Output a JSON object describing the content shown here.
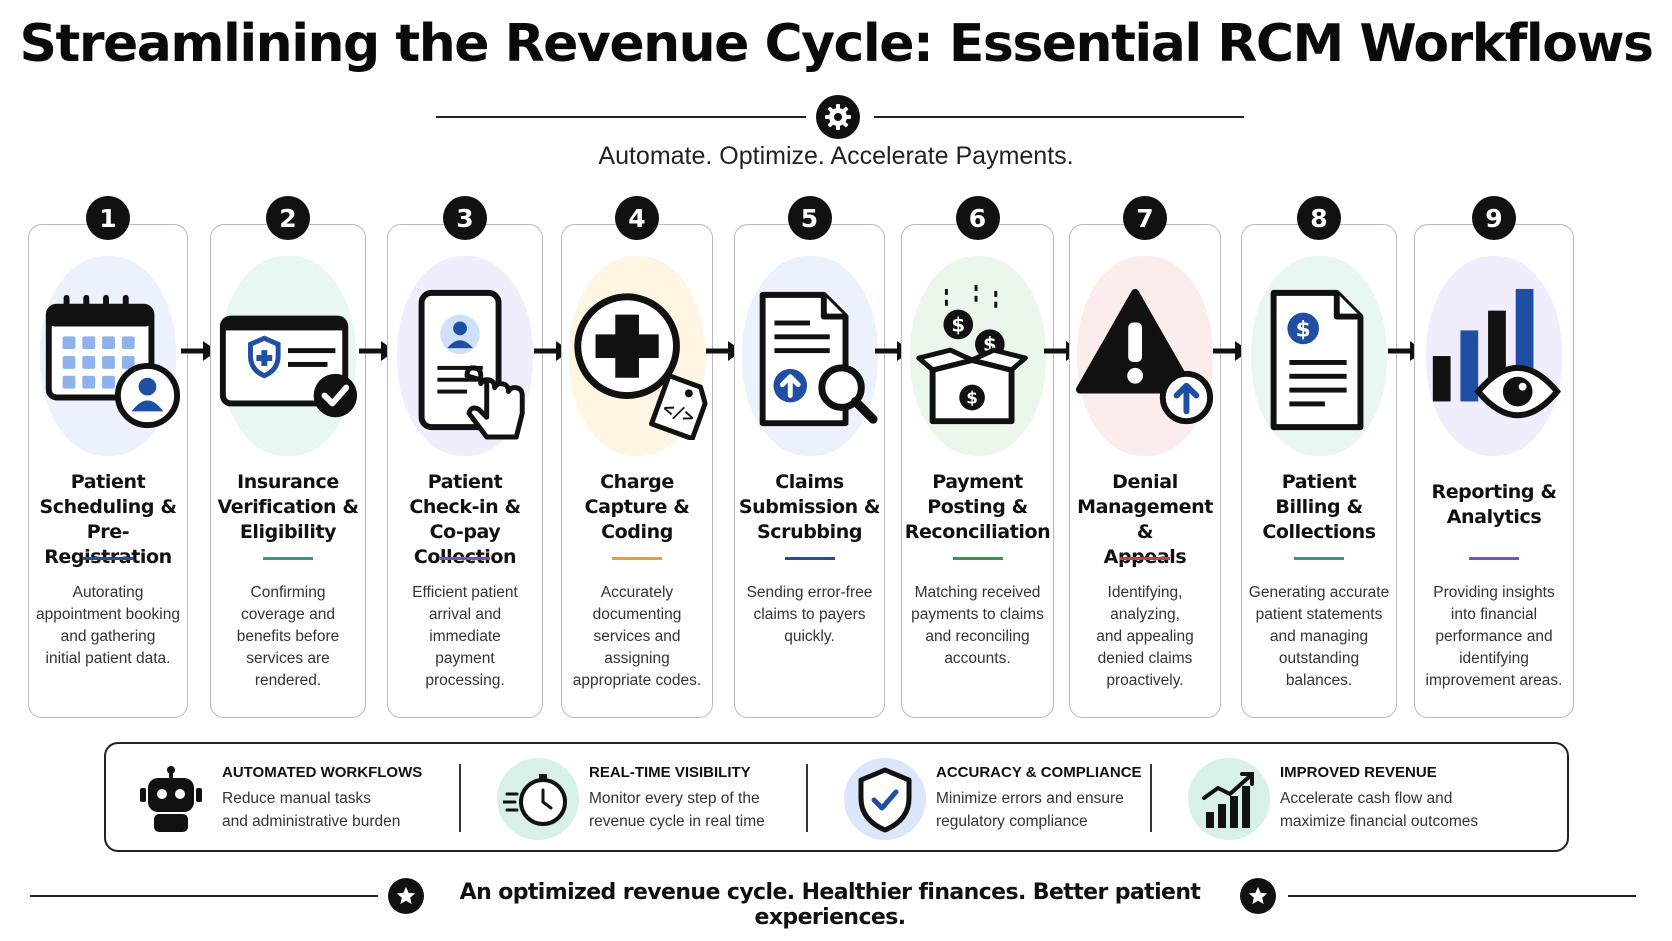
{
  "header": {
    "title": "Streamlining the Revenue Cycle: Essential RCM Workflows",
    "subtitle": "Automate. Optimize. Accelerate Payments."
  },
  "steps": [
    {
      "number": "1",
      "title_lines": [
        "Patient",
        "Scheduling &",
        "Pre-Registration"
      ],
      "description_lines": [
        "Autorating",
        "appointment booking",
        "and gathering",
        "initial patient data."
      ],
      "icon": "calendar-user-icon",
      "accent": "#1f4fa3",
      "tint": "#dbe6fb"
    },
    {
      "number": "2",
      "title_lines": [
        "Insurance",
        "Verification &",
        "Eligibility"
      ],
      "description_lines": [
        "Confirming",
        "coverage and",
        "benefits before",
        "services are",
        "rendered."
      ],
      "icon": "insurance-card-check-icon",
      "accent": "#2a9d8f",
      "tint": "#d7f0e8"
    },
    {
      "number": "3",
      "title_lines": [
        "Patient",
        "Check-in &",
        "Co-pay Collection"
      ],
      "description_lines": [
        "Efficient patient",
        "arrival and",
        "immediate",
        "payment",
        "processing."
      ],
      "icon": "tablet-tap-icon",
      "accent": "#7b4fc7",
      "tint": "#e7defa"
    },
    {
      "number": "4",
      "title_lines": [
        "Charge",
        "Capture &",
        "Coding"
      ],
      "description_lines": [
        "Accurately",
        "documenting",
        "services and",
        "assigning",
        "appropriate codes."
      ],
      "icon": "medical-cross-tag-icon",
      "accent": "#f0a020",
      "tint": "#fdeccb"
    },
    {
      "number": "5",
      "title_lines": [
        "Claims",
        "Submission &",
        "Scrubbing"
      ],
      "description_lines": [
        "Sending error-free",
        "claims to payers",
        "quickly."
      ],
      "icon": "document-upload-search-icon",
      "accent": "#1f4fa3",
      "tint": "#dbe6fb"
    },
    {
      "number": "6",
      "title_lines": [
        "Payment",
        "Posting &",
        "Reconciliation"
      ],
      "description_lines": [
        "Matching received",
        "payments to claims",
        "and reconciling",
        "accounts."
      ],
      "icon": "coins-box-icon",
      "accent": "#2e9a4e",
      "tint": "#dcf0dc"
    },
    {
      "number": "7",
      "title_lines": [
        "Denial",
        "Management &",
        "Appeals"
      ],
      "description_lines": [
        "Identifying, analyzing,",
        "and appealing",
        "denied claims",
        "proactively."
      ],
      "icon": "warning-appeal-icon",
      "accent": "#d63a3a",
      "tint": "#fbdcdc"
    },
    {
      "number": "8",
      "title_lines": [
        "Patient",
        "Billing &",
        "Collections"
      ],
      "description_lines": [
        "Generating accurate",
        "patient statements",
        "and managing",
        "outstanding",
        "balances."
      ],
      "icon": "invoice-dollar-icon",
      "accent": "#2a9d8f",
      "tint": "#d7f0e8"
    },
    {
      "number": "9",
      "title_lines": [
        "Reporting &",
        "Analytics"
      ],
      "description_lines": [
        "Providing insights",
        "into financial",
        "performance and",
        "identifying",
        "improvement areas."
      ],
      "icon": "bar-chart-eye-icon",
      "accent": "#7b4fc7",
      "tint": "#e7defa"
    }
  ],
  "benefits": [
    {
      "title": "AUTOMATED WORKFLOWS",
      "description_lines": [
        "Reduce manual tasks",
        "and administrative burden"
      ],
      "icon": "robot-icon",
      "tint": "#ffffff"
    },
    {
      "title": "REAL-TIME VISIBILITY",
      "description_lines": [
        "Monitor every step of the",
        "revenue cycle in real time"
      ],
      "icon": "stopwatch-icon",
      "tint": "#d7f0e8"
    },
    {
      "title": "ACCURACY & COMPLIANCE",
      "description_lines": [
        "Minimize errors and ensure",
        "regulatory compliance"
      ],
      "icon": "shield-check-icon",
      "tint": "#dbe6fb"
    },
    {
      "title": "IMPROVED REVENUE",
      "description_lines": [
        "Accelerate cash flow and",
        "maximize financial outcomes"
      ],
      "icon": "growth-chart-icon",
      "tint": "#d7f0e8"
    }
  ],
  "footer": {
    "tagline": "An optimized revenue cycle. Healthier finances. Better patient experiences."
  },
  "colors": {
    "ink": "#111111",
    "icon_blue": "#1f4fa3",
    "card_border": "#b9b9b9"
  }
}
